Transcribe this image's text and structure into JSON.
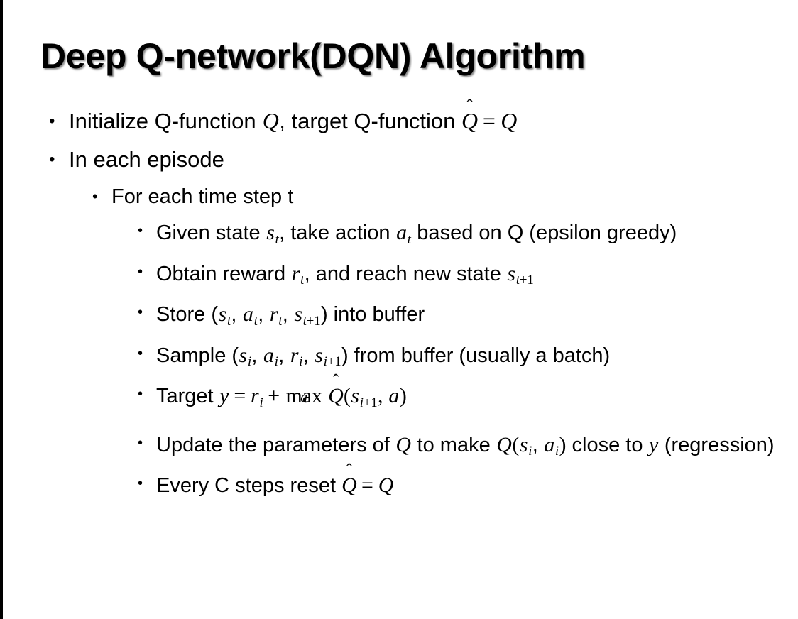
{
  "slide": {
    "title": "Deep Q-network(DQN) Algorithm",
    "background_color": "#ffffff",
    "text_color": "#000000",
    "left_edge_bar_color": "#000000",
    "bullet_glyph": "•"
  },
  "bullets": {
    "initialize": {
      "level": 1,
      "prefix": "Initialize Q-function ",
      "var_q": "Q",
      "mid": ", target Q-function ",
      "hat_q": "Q",
      "hat_mark": "̂",
      "equals": "=",
      "var_q2": "Q"
    },
    "in_each_episode": {
      "level": 1,
      "text": "In each episode"
    },
    "for_each_time_step": {
      "level": 2,
      "text": "For each time step t"
    },
    "given_state": {
      "level": 3,
      "part1": "Given state ",
      "s": "s",
      "s_sub": "t",
      "part2": ", take action ",
      "a": "a",
      "a_sub": "t",
      "part3": " based on Q (epsilon greedy)"
    },
    "obtain_reward": {
      "level": 3,
      "part1": "Obtain reward ",
      "r": "r",
      "r_sub": "t",
      "part2": ", and reach new state ",
      "s": "s",
      "s_sub_var": "t",
      "s_sub_plus": "+1"
    },
    "store": {
      "level": 3,
      "part1": "Store (",
      "s1": "s",
      "s1_sub": "t",
      "comma1": ", ",
      "a1": "a",
      "a1_sub": "t",
      "comma2": ", ",
      "r1": "r",
      "r1_sub": "t",
      "comma3": ", ",
      "s2": "s",
      "s2_sub_var": "t",
      "s2_sub_plus": "+1",
      "part2": ") into buffer"
    },
    "sample": {
      "level": 3,
      "part1": "Sample (",
      "s1": "s",
      "s1_sub": "i",
      "comma1": ", ",
      "a1": "a",
      "a1_sub": "i",
      "comma2": ", ",
      "r1": "r",
      "r1_sub": "i",
      "comma3": ", ",
      "s2": "s",
      "s2_sub_var": "i",
      "s2_sub_plus": "+1",
      "part2": ") from buffer (usually a batch)"
    },
    "target": {
      "level": 3,
      "label": "Target ",
      "y": "y",
      "equals": "=",
      "r": "r",
      "r_sub": "i",
      "plus": "+",
      "max": "max",
      "max_sub": "a",
      "hat_q": "Q",
      "hat_mark": "̂",
      "open_paren": "(",
      "s": "s",
      "s_sub_var": "i",
      "s_sub_plus": "+1",
      "comma": ", ",
      "a": "a",
      "close_paren": ")"
    },
    "update": {
      "level": 3,
      "part1": "Update the parameters of ",
      "q1": "Q",
      "part2": " to make ",
      "q2": "Q",
      "open_paren": "(",
      "s": "s",
      "s_sub": "i",
      "comma": ", ",
      "a": "a",
      "a_sub": "i",
      "close_paren": ")",
      "part3": " close to ",
      "y": "y",
      "part4": " (regression)"
    },
    "every_c_steps": {
      "level": 3,
      "part1": "Every C steps reset ",
      "hat_q": "Q",
      "hat_mark": "̂",
      "equals": "=",
      "q": "Q"
    }
  }
}
